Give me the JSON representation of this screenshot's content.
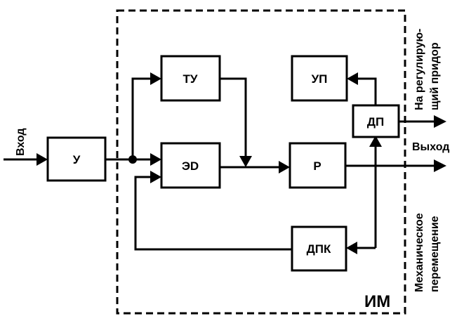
{
  "blocks": {
    "amplifier": "У",
    "tu": "ТУ",
    "ed": "ЭD",
    "reducer": "Р",
    "dp": "ДП",
    "up": "УП",
    "dpk": "ДПК"
  },
  "labels": {
    "input": "Вход",
    "output": "Выход",
    "to_regulator_line1": "На регулирую-",
    "to_regulator_line2": "щий придор",
    "mechanical_line1": "Механическое",
    "mechanical_line2": "перемещение",
    "im": "ИМ"
  }
}
